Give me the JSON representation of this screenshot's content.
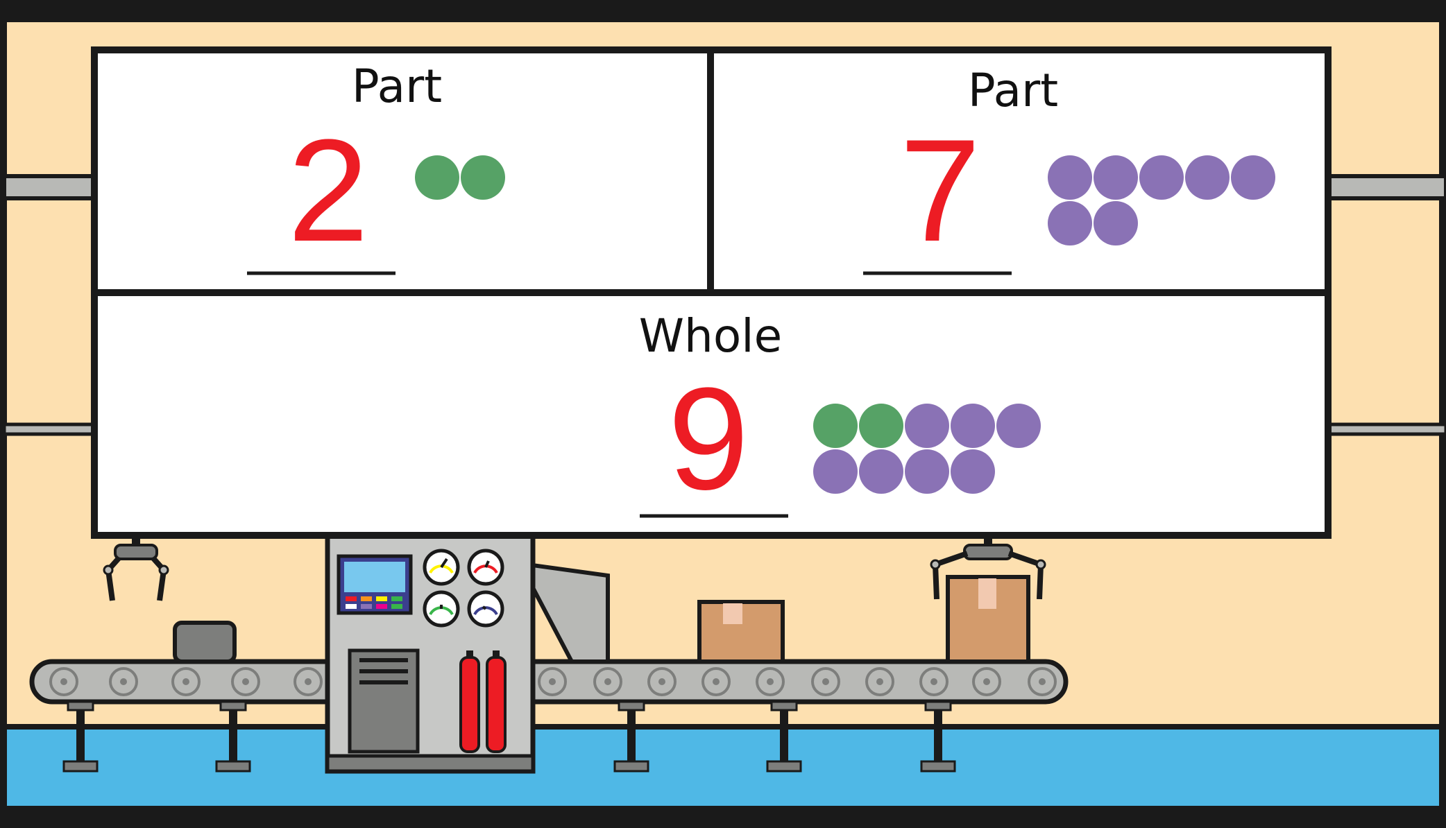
{
  "colors": {
    "wall": "#fde0b0",
    "floor": "#4fb8e6",
    "frame": "#1a1a1a",
    "board": "#ffffff",
    "number": "#ed1c24",
    "green_dot": "#56a266",
    "purple_dot": "#8a72b5",
    "rail": "#b8b9b6",
    "machine": "#c7c8c6",
    "screen": "#78c8ee",
    "box": "#d39b6c",
    "tank": "#ed1c24"
  },
  "boards": {
    "part_left": {
      "label": "Part",
      "number": "2",
      "green_count": 2,
      "purple_count": 0
    },
    "part_right": {
      "label": "Part",
      "number": "7",
      "green_count": 0,
      "purple_count": 7
    },
    "whole": {
      "label": "Whole",
      "number": "9",
      "green_count": 2,
      "purple_count": 7
    }
  },
  "factory": {
    "machine_screen_icon": "control-panel-screen-icon",
    "gauge_icons": [
      "gauge-yellow-icon",
      "gauge-red-icon",
      "gauge-green-icon",
      "gauge-blue-icon"
    ],
    "gripper_icons": [
      "robot-claw-icon",
      "robot-claw-icon"
    ],
    "box_icon": "cardboard-box-icon"
  }
}
